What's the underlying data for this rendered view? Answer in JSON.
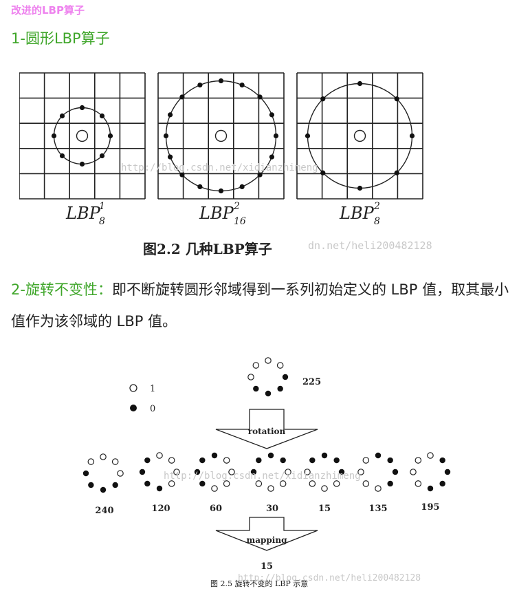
{
  "header": {
    "small_title": "改进的LBP算子",
    "section1_title": "1-圆形LBP算子"
  },
  "figure1": {
    "panels": [
      {
        "base": "LBP",
        "sub": "8",
        "sup": "1"
      },
      {
        "base": "LBP",
        "sub": "16",
        "sup": "2"
      },
      {
        "base": "LBP",
        "sub": "8",
        "sup": "2"
      }
    ],
    "caption": "图2.2 几种LBP算子",
    "watermark_blog": "http://blog.csdn.net/xidianzhimeng",
    "watermark_user": "dn.net/heli200482128"
  },
  "section2": {
    "label": "2-旋转不变性：",
    "text": "即不断旋转圆形邻域得到一系列初始定义的 LBP 值，取其最小值作为该邻域的 LBP 值。"
  },
  "figure2": {
    "legend": [
      {
        "symbol": "open-circle",
        "label": "1"
      },
      {
        "symbol": "filled-circle",
        "label": "0"
      }
    ],
    "top_value": "225",
    "rotation_label": "rotation",
    "rotated_values": [
      "240",
      "120",
      "60",
      "30",
      "15",
      "135",
      "195"
    ],
    "mapping_label": "mapping",
    "result_value": "15",
    "caption": "图 2.5 旋转不变的 LBP 示意",
    "watermark_blog": "http://blog.csdn.net/xidianzhimeng",
    "watermark_user": "http://blog.csdn.net/heli200482128"
  }
}
